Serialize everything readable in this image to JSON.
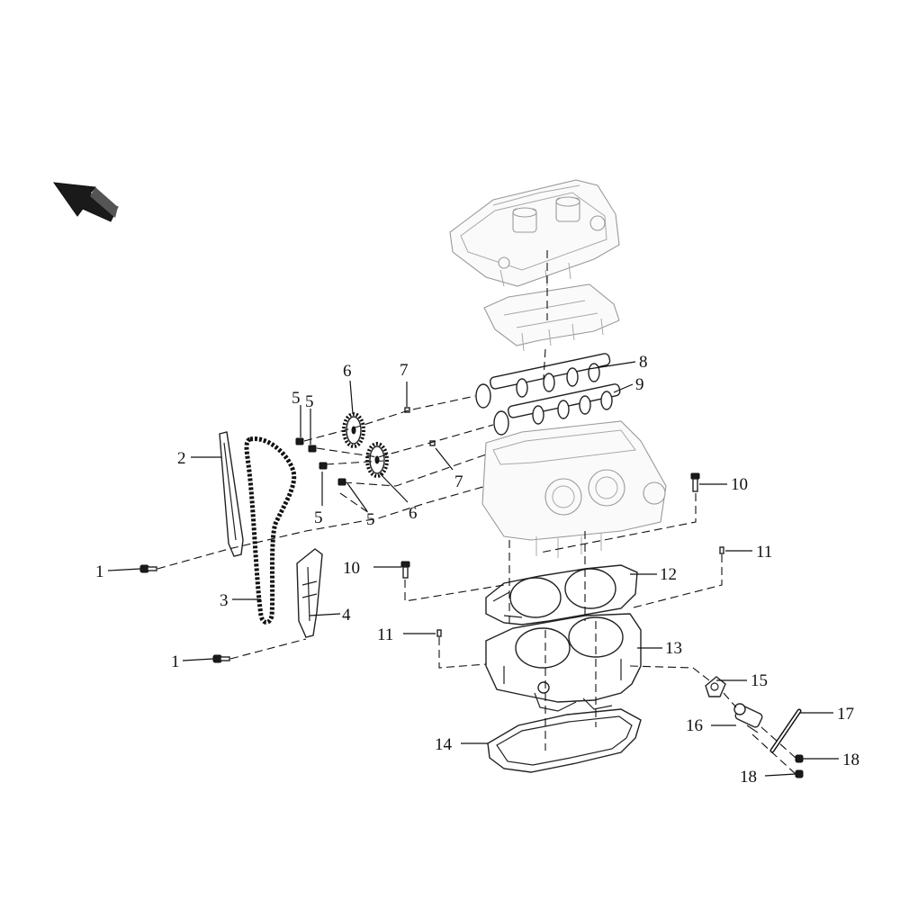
{
  "diagram": {
    "callouts": [
      {
        "id": "c1a",
        "label": "1"
      },
      {
        "id": "c1b",
        "label": "1"
      },
      {
        "id": "c2",
        "label": "2"
      },
      {
        "id": "c3",
        "label": "3"
      },
      {
        "id": "c4",
        "label": "4"
      },
      {
        "id": "c5a",
        "label": "5"
      },
      {
        "id": "c5b",
        "label": "5"
      },
      {
        "id": "c5c",
        "label": "5"
      },
      {
        "id": "c5d",
        "label": "5"
      },
      {
        "id": "c6a",
        "label": "6"
      },
      {
        "id": "c6b",
        "label": "6"
      },
      {
        "id": "c7a",
        "label": "7"
      },
      {
        "id": "c7b",
        "label": "7"
      },
      {
        "id": "c8",
        "label": "8"
      },
      {
        "id": "c9",
        "label": "9"
      },
      {
        "id": "c10a",
        "label": "10"
      },
      {
        "id": "c10b",
        "label": "10"
      },
      {
        "id": "c11a",
        "label": "11"
      },
      {
        "id": "c11b",
        "label": "11"
      },
      {
        "id": "c12",
        "label": "12"
      },
      {
        "id": "c13",
        "label": "13"
      },
      {
        "id": "c14",
        "label": "14"
      },
      {
        "id": "c15",
        "label": "15"
      },
      {
        "id": "c16",
        "label": "16"
      },
      {
        "id": "c17",
        "label": "17"
      },
      {
        "id": "c18a",
        "label": "18"
      },
      {
        "id": "c18b",
        "label": "18"
      }
    ],
    "direction_arrow": "arrow-icon",
    "colors": {
      "ink": "#111111",
      "ghost": "#9a9a9a",
      "background": "#ffffff"
    }
  }
}
